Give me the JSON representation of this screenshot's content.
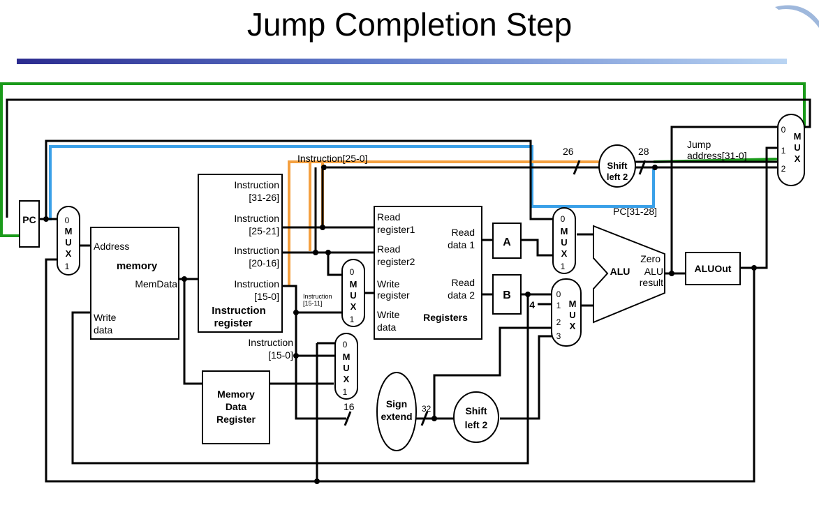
{
  "title": "Jump Completion Step",
  "blocks": {
    "pc": "PC",
    "memory": {
      "address": "Address",
      "name": "memory",
      "memdata": "MemData",
      "write1": "Write",
      "write2": "data"
    },
    "ir": {
      "i3126_a": "Instruction",
      "i3126_b": "[31-26]",
      "i2521_a": "Instruction",
      "i2521_b": "[25-21]",
      "i2016_a": "Instruction",
      "i2016_b": "[20-16]",
      "i150_a": "Instruction",
      "i150_b": "[15-0]",
      "name1": "Instruction",
      "name2": "register"
    },
    "mdr": {
      "l1": "Memory",
      "l2": "Data",
      "l3": "Register"
    },
    "registers": {
      "rr1a": "Read",
      "rr1b": "register1",
      "rr2a": "Read",
      "rr2b": "register2",
      "wra": "Write",
      "wrb": "register",
      "wda": "Write",
      "wdb": "data",
      "rd1a": "Read",
      "rd1b": "data 1",
      "rd2a": "Read",
      "rd2b": "data 2",
      "name": "Registers"
    },
    "a": "A",
    "b": "B",
    "alu": {
      "name": "ALU",
      "zero": "Zero",
      "res1": "ALU",
      "res2": "result"
    },
    "aluout": "ALUOut",
    "sign_extend": {
      "l1": "Sign",
      "l2": "extend"
    },
    "shift_left": {
      "l1": "Shift",
      "l2": "left 2"
    },
    "mux": {
      "m": "M",
      "u": "U",
      "x": "X"
    }
  },
  "labels": {
    "instr_25_0": "Instruction[25-0]",
    "width_26": "26",
    "width_28": "28",
    "jump1": "Jump",
    "jump2": "address[31-0]",
    "pc_31_28": "PC[31-28]",
    "instr_15_11_a": "Instruction",
    "instr_15_11_b": "[15-11]",
    "instr_15_0_a": "Instruction",
    "instr_15_0_b": "[15-0]",
    "width_16": "16",
    "width_32": "32",
    "const_4": "4",
    "in0": "0",
    "in1": "1",
    "in2": "2",
    "in3": "3"
  },
  "colors": {
    "pc_path": "#1a9a1a",
    "pc_high": "#3aa0e8",
    "instr_field": "#f4a040",
    "wire": "#000000"
  }
}
